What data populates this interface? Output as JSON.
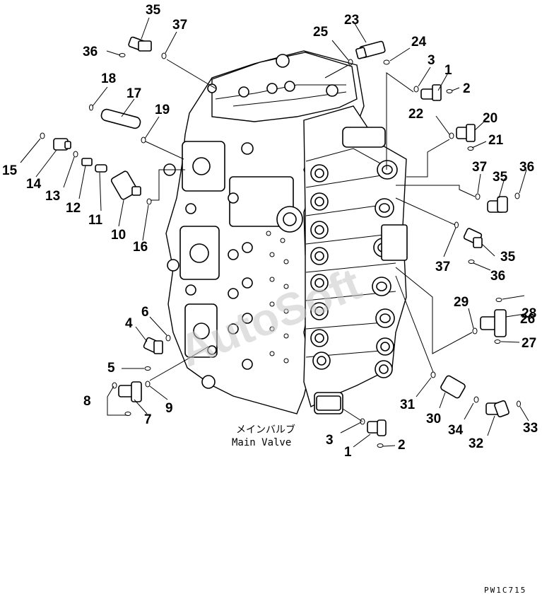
{
  "drawing": {
    "caption_jp": "メインバルブ",
    "caption_en": "Main Valve",
    "code": "PW1C715",
    "watermark": "AutoSoft"
  },
  "part_numbers": [
    "35",
    "37",
    "36",
    "23",
    "25",
    "24",
    "3",
    "1",
    "2",
    "18",
    "17",
    "19",
    "22",
    "20",
    "21",
    "15",
    "14",
    "13",
    "12",
    "11",
    "10",
    "16",
    "37",
    "35",
    "36",
    "35",
    "37",
    "36",
    "28",
    "29",
    "26",
    "27",
    "6",
    "4",
    "5",
    "9",
    "8",
    "7",
    "31",
    "30",
    "34",
    "33",
    "32",
    "3",
    "1",
    "2"
  ]
}
